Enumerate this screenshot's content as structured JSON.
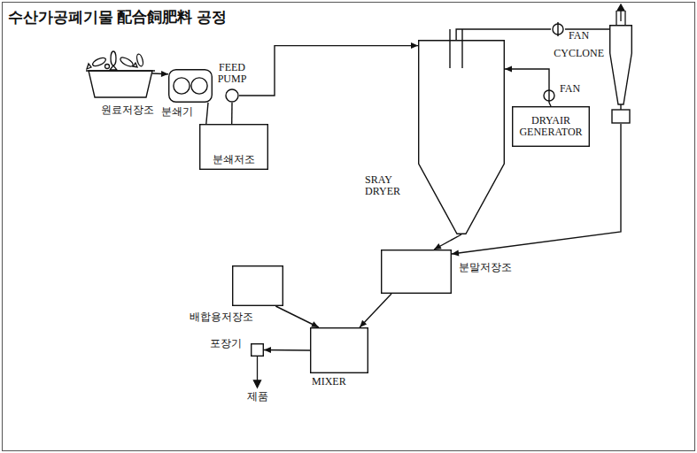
{
  "diagram": {
    "title": "수산가공폐기물 配合飼肥料 공정",
    "nodes": [
      {
        "text": [
          "원료저장조"
        ]
      },
      {
        "text": [
          "분쇄기"
        ]
      },
      {
        "text": [
          "FEED PUMP"
        ]
      },
      {
        "text": [
          "분쇄저조"
        ]
      },
      {
        "text": [
          "SRAY DRYER"
        ]
      },
      {
        "text": [
          "FAN"
        ]
      },
      {
        "text": [
          "CYCLONE"
        ]
      },
      {
        "text": [
          "FAN"
        ]
      },
      {
        "text": [
          "DRYAIR GENERATOR"
        ]
      },
      {
        "text": [
          "분말저장조"
        ]
      },
      {
        "text": [
          "배합용저장조"
        ]
      },
      {
        "text": [
          "MIXER"
        ]
      },
      {
        "text": [
          "포장기"
        ]
      }
    ],
    "edges": [
      {
        "from": 0,
        "to": 1,
        "arrow": "to"
      },
      {
        "from": 1,
        "to": 3,
        "arrow": "none"
      },
      {
        "from": 3,
        "to": 2,
        "arrow": "none"
      },
      {
        "from": 2,
        "to": 4,
        "arrow": "to"
      },
      {
        "from": 4,
        "to": 5,
        "arrow": "none"
      },
      {
        "from": 5,
        "to": 6,
        "arrow": "none"
      },
      {
        "from": 6,
        "to": 9,
        "arrow": "to"
      },
      {
        "from": 4,
        "to": 9,
        "arrow": "to"
      },
      {
        "from": 8,
        "to": 7,
        "arrow": "none"
      },
      {
        "from": 7,
        "to": 4,
        "arrow": "to"
      },
      {
        "from": 9,
        "to": 11,
        "arrow": "to"
      },
      {
        "from": 10,
        "to": 11,
        "arrow": "to"
      },
      {
        "from": 11,
        "to": 12,
        "arrow": "to"
      }
    ],
    "labels": [
      "제품"
    ]
  }
}
